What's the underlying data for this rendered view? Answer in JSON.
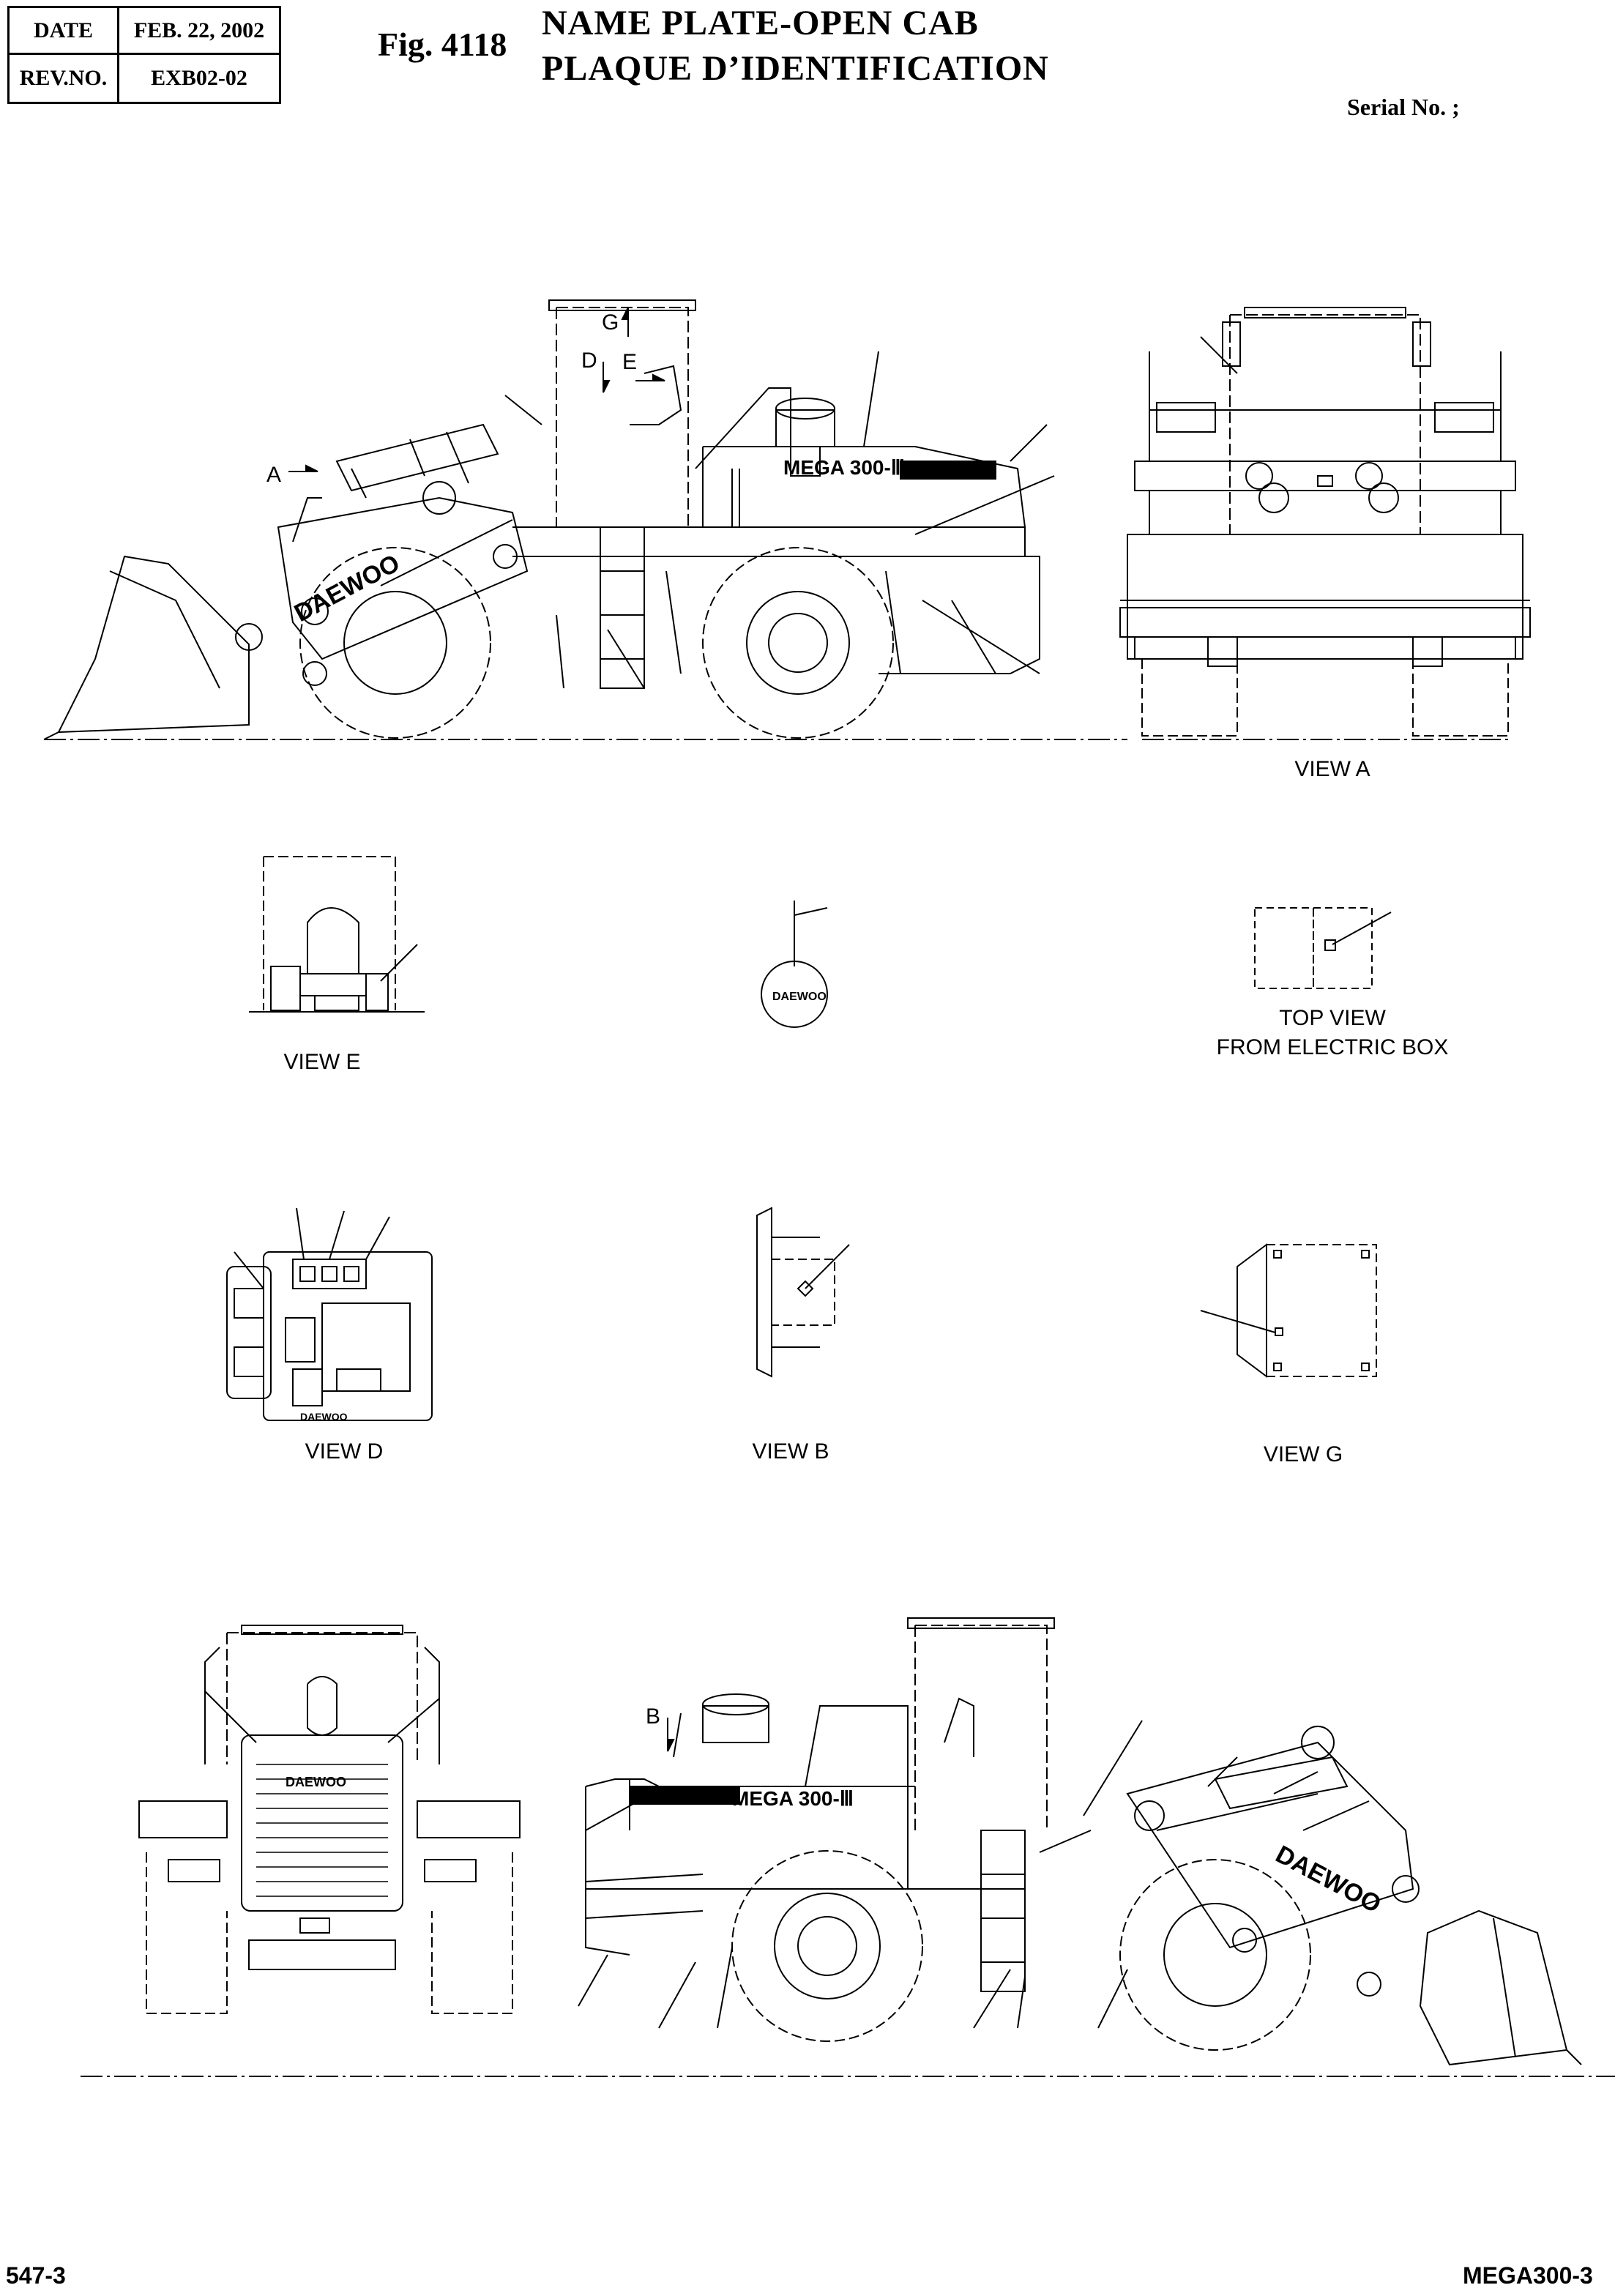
{
  "header": {
    "date_label": "DATE",
    "date_value": "FEB. 22, 2002",
    "rev_label": "REV.NO.",
    "rev_value": "EXB02-02"
  },
  "figure": {
    "number": "Fig. 4118",
    "title_en": "NAME PLATE-OPEN CAB",
    "title_fr": "PLAQUE D’IDENTIFICATION",
    "serial": "Serial No. ;"
  },
  "views": {
    "view_a": "VIEW A",
    "view_e": "VIEW E",
    "top_view_line1": "TOP VIEW",
    "top_view_line2": "FROM ELECTRIC BOX",
    "view_d": "VIEW D",
    "view_b": "VIEW B",
    "view_g": "VIEW G"
  },
  "callouts": {
    "a": "A",
    "g": "G",
    "d": "D",
    "e": "E",
    "b": "B"
  },
  "decals": {
    "model_left": "MEGA 300-Ⅲ",
    "model_right": "MEGA 300-Ⅲ",
    "brand_boom_left": "DAEWOO",
    "brand_boom_right": "DAEWOO",
    "brand_grille": "DAEWOO",
    "brand_plate": "DAEWOO"
  },
  "footer": {
    "page": "547-3",
    "model": "MEGA300-3"
  }
}
